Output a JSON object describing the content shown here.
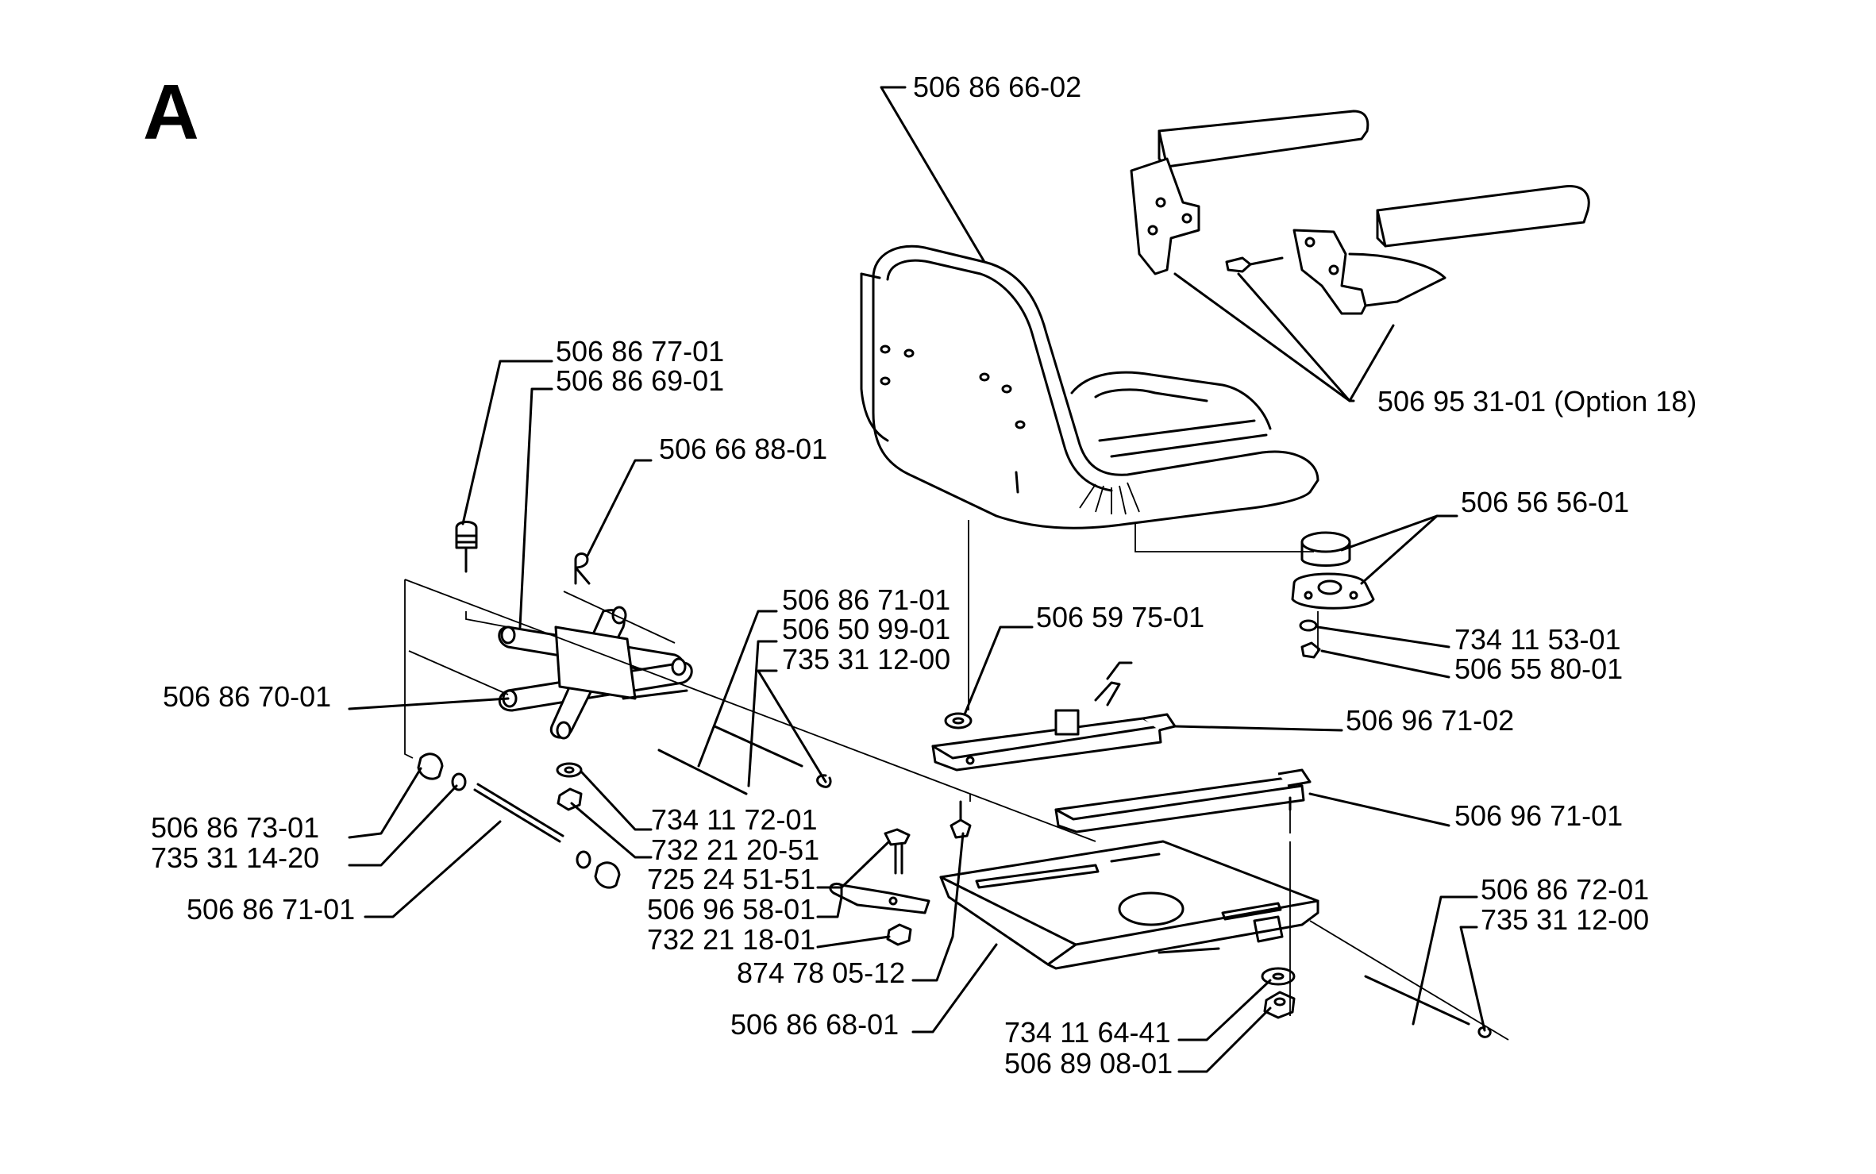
{
  "section_letter": "A",
  "part_numbers": [
    "506 86 66-02",
    "506 95 31-01 (Option 18)",
    "506 86 77-01",
    "506 86 69-01",
    "506 66 88-01",
    "506 56 56-01",
    "506 86 71-01",
    "506 59 75-01",
    "734 11 53-01",
    "506 50 99-01",
    "506 55 80-01",
    "735 31 12-00",
    "506 86 70-01",
    "506 96 71-02",
    "506 96 71-01",
    "506 86 73-01",
    "734 11 72-01",
    "735 31 14-20",
    "732 21 20-51",
    "725 24 51-51",
    "506 86 71-01",
    "506 96 58-01",
    "732 21 18-01",
    "506 86 72-01",
    "735 31 12-00",
    "874 78 05-12",
    "506 86 68-01",
    "734 11 64-41",
    "506 89 08-01"
  ]
}
